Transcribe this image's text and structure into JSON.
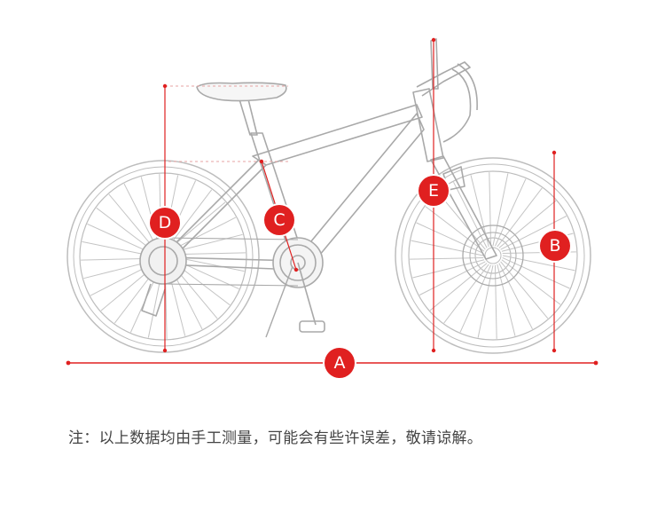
{
  "labels": {
    "a": "A",
    "b": "B",
    "c": "C",
    "d": "D",
    "e": "E"
  },
  "note": "注：以上数据均由手工测量，可能会有些许误差，敬请谅解。",
  "colors": {
    "accent": "#e02020",
    "sketch": "#b9b9b9",
    "note_text": "#444444"
  }
}
